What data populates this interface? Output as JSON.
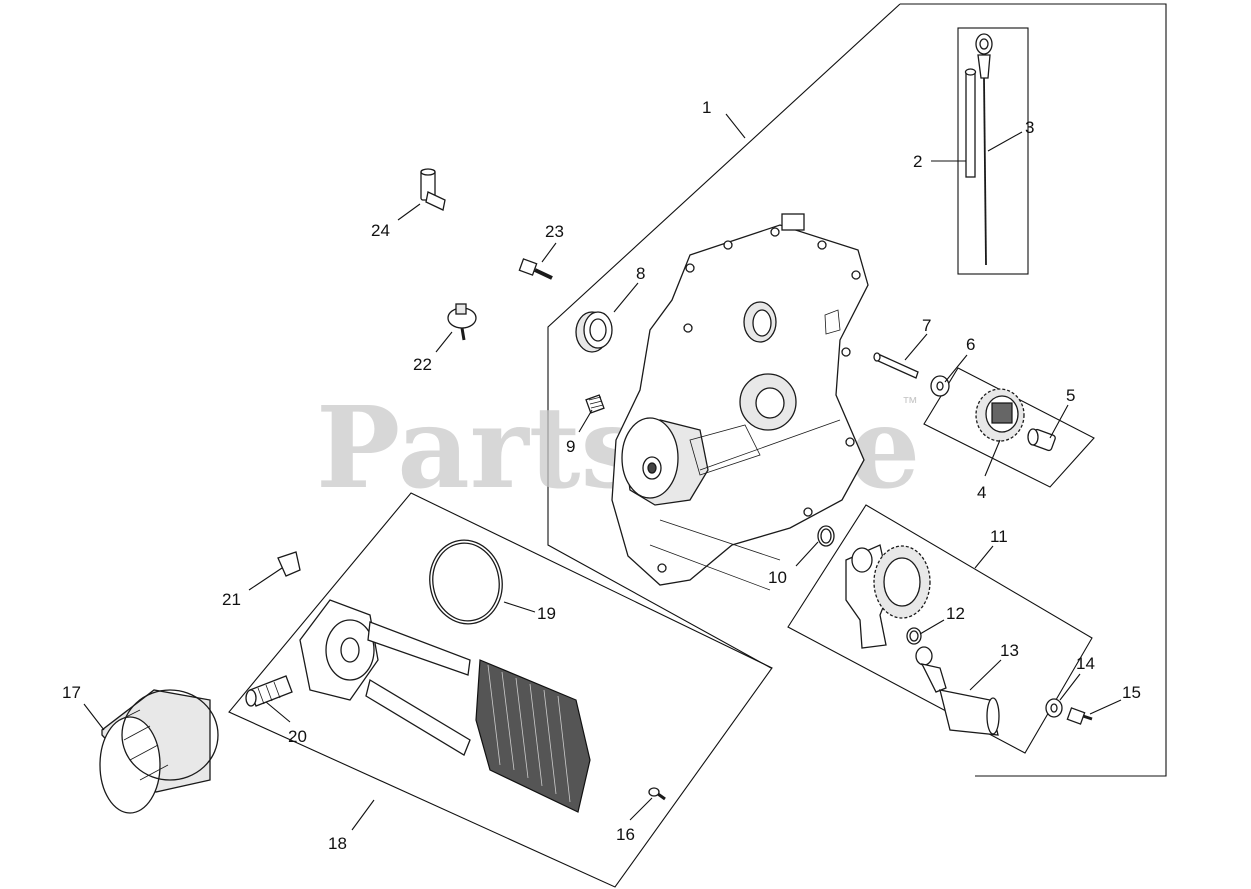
{
  "watermark": {
    "text": "PartsTree",
    "trademark": "™"
  },
  "callouts": [
    {
      "id": "1",
      "label": "1"
    },
    {
      "id": "2",
      "label": "2"
    },
    {
      "id": "3",
      "label": "3"
    },
    {
      "id": "4",
      "label": "4"
    },
    {
      "id": "5",
      "label": "5"
    },
    {
      "id": "6",
      "label": "6"
    },
    {
      "id": "7",
      "label": "7"
    },
    {
      "id": "8",
      "label": "8"
    },
    {
      "id": "9",
      "label": "9"
    },
    {
      "id": "10",
      "label": "10"
    },
    {
      "id": "11",
      "label": "11"
    },
    {
      "id": "12",
      "label": "12"
    },
    {
      "id": "13",
      "label": "13"
    },
    {
      "id": "14",
      "label": "14"
    },
    {
      "id": "15",
      "label": "15"
    },
    {
      "id": "16",
      "label": "16"
    },
    {
      "id": "17",
      "label": "17"
    },
    {
      "id": "18",
      "label": "18"
    },
    {
      "id": "19",
      "label": "19"
    },
    {
      "id": "20",
      "label": "20"
    },
    {
      "id": "21",
      "label": "21"
    },
    {
      "id": "22",
      "label": "22"
    },
    {
      "id": "23",
      "label": "23"
    },
    {
      "id": "24",
      "label": "24"
    }
  ]
}
